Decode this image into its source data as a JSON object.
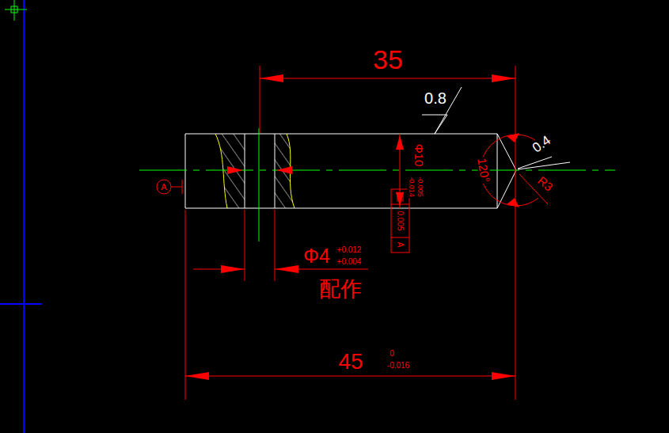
{
  "diagram": {
    "labels": [
      "35",
      "0.8",
      "Φ10",
      "-0.005",
      "-0.014",
      "0.005",
      "A",
      "A",
      "0.4",
      "120°",
      "R3",
      "Φ4",
      "+0.012",
      "+0.004",
      "配作",
      "45",
      "0",
      "-0.016"
    ]
  }
}
